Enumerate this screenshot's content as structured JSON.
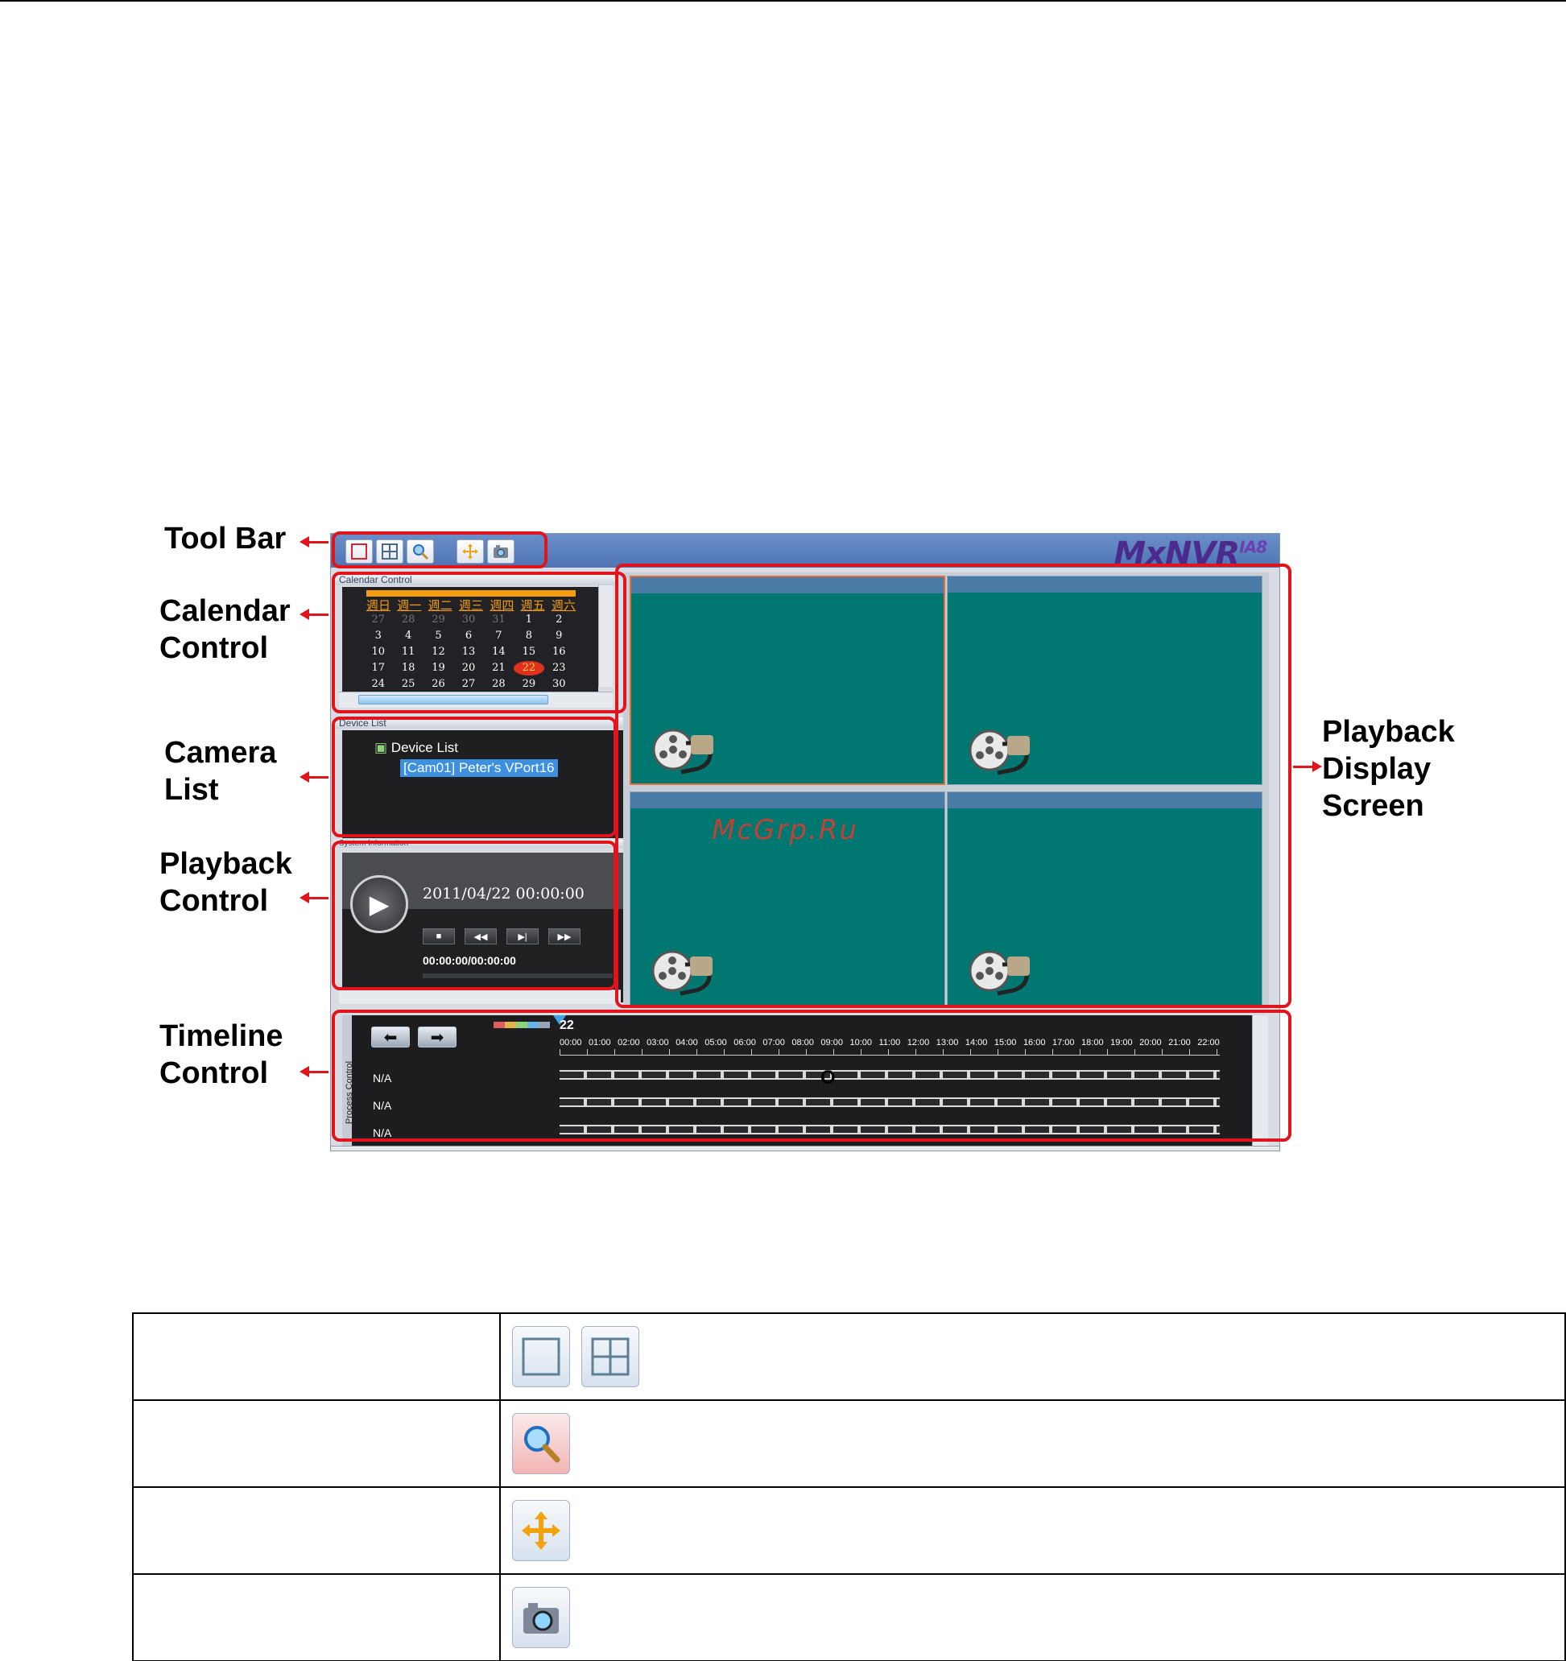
{
  "callouts": {
    "tool_bar": "Tool Bar",
    "calendar_l1": "Calendar",
    "calendar_l2": "Control",
    "camera_l1": "Camera",
    "camera_l2": "List",
    "playback_l1": "Playback",
    "playback_l2": "Control",
    "timeline_l1": "Timeline",
    "timeline_l2": "Control",
    "display_l1": "Playback",
    "display_l2": "Display",
    "display_l3": "Screen"
  },
  "app": {
    "logo": "MxNVR",
    "logo_suffix": "IA8",
    "toolbar_icons": [
      "single-view-icon",
      "quad-view-icon",
      "search-icon",
      "move-icon",
      "snapshot-icon"
    ],
    "calendar": {
      "panel_title": "Calendar Control",
      "weekdays": [
        "週日",
        "週一",
        "週二",
        "週三",
        "週四",
        "週五",
        "週六"
      ],
      "rows": [
        [
          "27",
          "28",
          "29",
          "30",
          "31",
          "1",
          "2"
        ],
        [
          "3",
          "4",
          "5",
          "6",
          "7",
          "8",
          "9"
        ],
        [
          "10",
          "11",
          "12",
          "13",
          "14",
          "15",
          "16"
        ],
        [
          "17",
          "18",
          "19",
          "20",
          "21",
          "22",
          "23"
        ],
        [
          "24",
          "25",
          "26",
          "27",
          "28",
          "29",
          "30"
        ]
      ],
      "selected_day": "22"
    },
    "device_list": {
      "panel_title": "Device List",
      "root_label": "Device List",
      "camera_label": "[Cam01] Peter's VPort16"
    },
    "system_info_title": "System Information",
    "playback": {
      "datetime": "2011/04/22 00:00:00",
      "time_counter": "00:00:00/00:00:00",
      "buttons": [
        "■",
        "◀◀",
        "▶|",
        "▶▶"
      ]
    },
    "watermark": "McGrp.Ru",
    "timeline": {
      "side_label": "Process Control",
      "day": "22",
      "hours": [
        "00:00",
        "01:00",
        "02:00",
        "03:00",
        "04:00",
        "05:00",
        "06:00",
        "07:00",
        "08:00",
        "09:00",
        "10:00",
        "11:00",
        "12:00",
        "13:00",
        "14:00",
        "15:00",
        "16:00",
        "17:00",
        "18:00",
        "19:00",
        "20:00",
        "21:00",
        "22:00"
      ],
      "channels": [
        "N/A",
        "N/A",
        "N/A"
      ],
      "stray_mark": "O"
    }
  }
}
